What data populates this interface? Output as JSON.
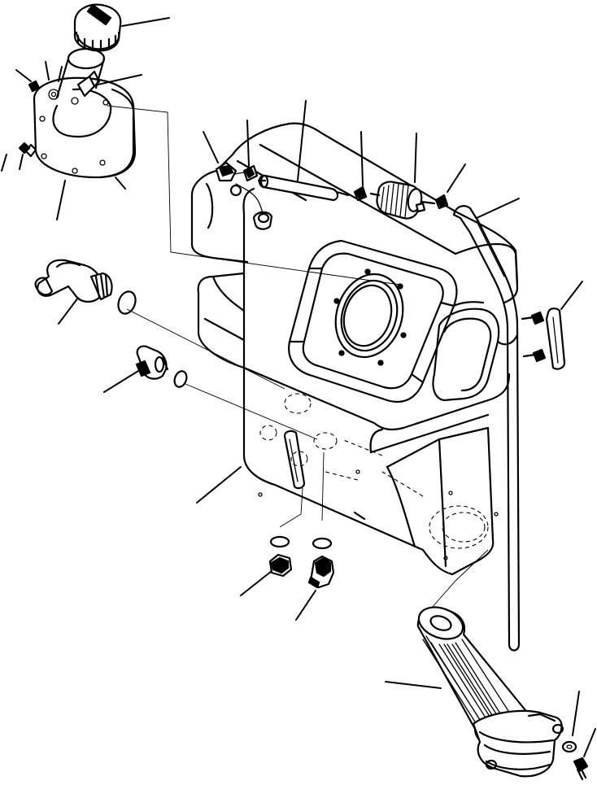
{
  "diagram": {
    "colors": {
      "line": "#000000",
      "background": "#ffffff"
    },
    "parts": [
      {
        "id": "filler-cap",
        "icon": "filler-cap-icon"
      },
      {
        "id": "filler-neck-plate",
        "icon": "mounting-plate-icon"
      },
      {
        "id": "cap-screw-small",
        "icon": "screw-icon"
      },
      {
        "id": "washer-small",
        "icon": "washer-icon"
      },
      {
        "id": "strainer-tube",
        "icon": "strainer-icon"
      },
      {
        "id": "elbow-fitting-large",
        "icon": "elbow-fitting-icon"
      },
      {
        "id": "o-ring-large",
        "icon": "o-ring-icon"
      },
      {
        "id": "elbow-fitting-small",
        "icon": "elbow-fitting-icon"
      },
      {
        "id": "o-ring-small",
        "icon": "o-ring-icon"
      },
      {
        "id": "breather-elbow",
        "icon": "breather-icon"
      },
      {
        "id": "hose-clamp",
        "icon": "clamp-icon"
      },
      {
        "id": "breather-hose",
        "icon": "hose-icon"
      },
      {
        "id": "in-line-filter",
        "icon": "filter-icon"
      },
      {
        "id": "vent-tube",
        "icon": "tube-icon"
      },
      {
        "id": "sight-gauge",
        "icon": "sight-gauge-icon"
      },
      {
        "id": "hydraulic-tank",
        "icon": "tank-icon"
      },
      {
        "id": "drain-plug",
        "icon": "plug-icon"
      },
      {
        "id": "drain-elbow",
        "icon": "elbow-fitting-icon"
      },
      {
        "id": "return-filter-element",
        "icon": "filter-element-icon"
      },
      {
        "id": "filter-flange-washer",
        "icon": "washer-icon"
      },
      {
        "id": "filter-flange-screw",
        "icon": "screw-icon"
      }
    ]
  }
}
